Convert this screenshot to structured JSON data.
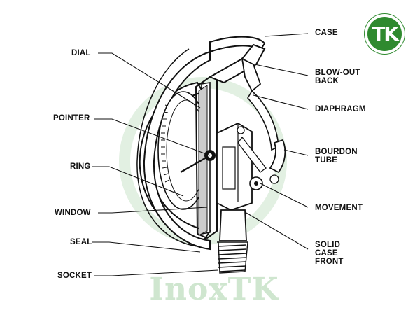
{
  "labels": {
    "case": [
      "CASE"
    ],
    "dial": [
      "DIAL"
    ],
    "blowout": [
      "BLOW-OUT",
      "BACK"
    ],
    "diaphragm": [
      "DIAPHRAGM"
    ],
    "pointer": [
      "POINTER"
    ],
    "bourdon": [
      "BOURDON",
      "TUBE"
    ],
    "ring": [
      "RING"
    ],
    "movement": [
      "MOVEMENT"
    ],
    "window": [
      "WINDOW"
    ],
    "solid_case_front": [
      "SOLID",
      "CASE",
      "FRONT"
    ],
    "seal": [
      "SEAL"
    ],
    "socket": [
      "SOCKET"
    ]
  },
  "logo": {
    "text": "TK",
    "color": "#2f8a2f"
  },
  "watermark": {
    "text": "InoxTK",
    "color": "#cfe6cf"
  }
}
